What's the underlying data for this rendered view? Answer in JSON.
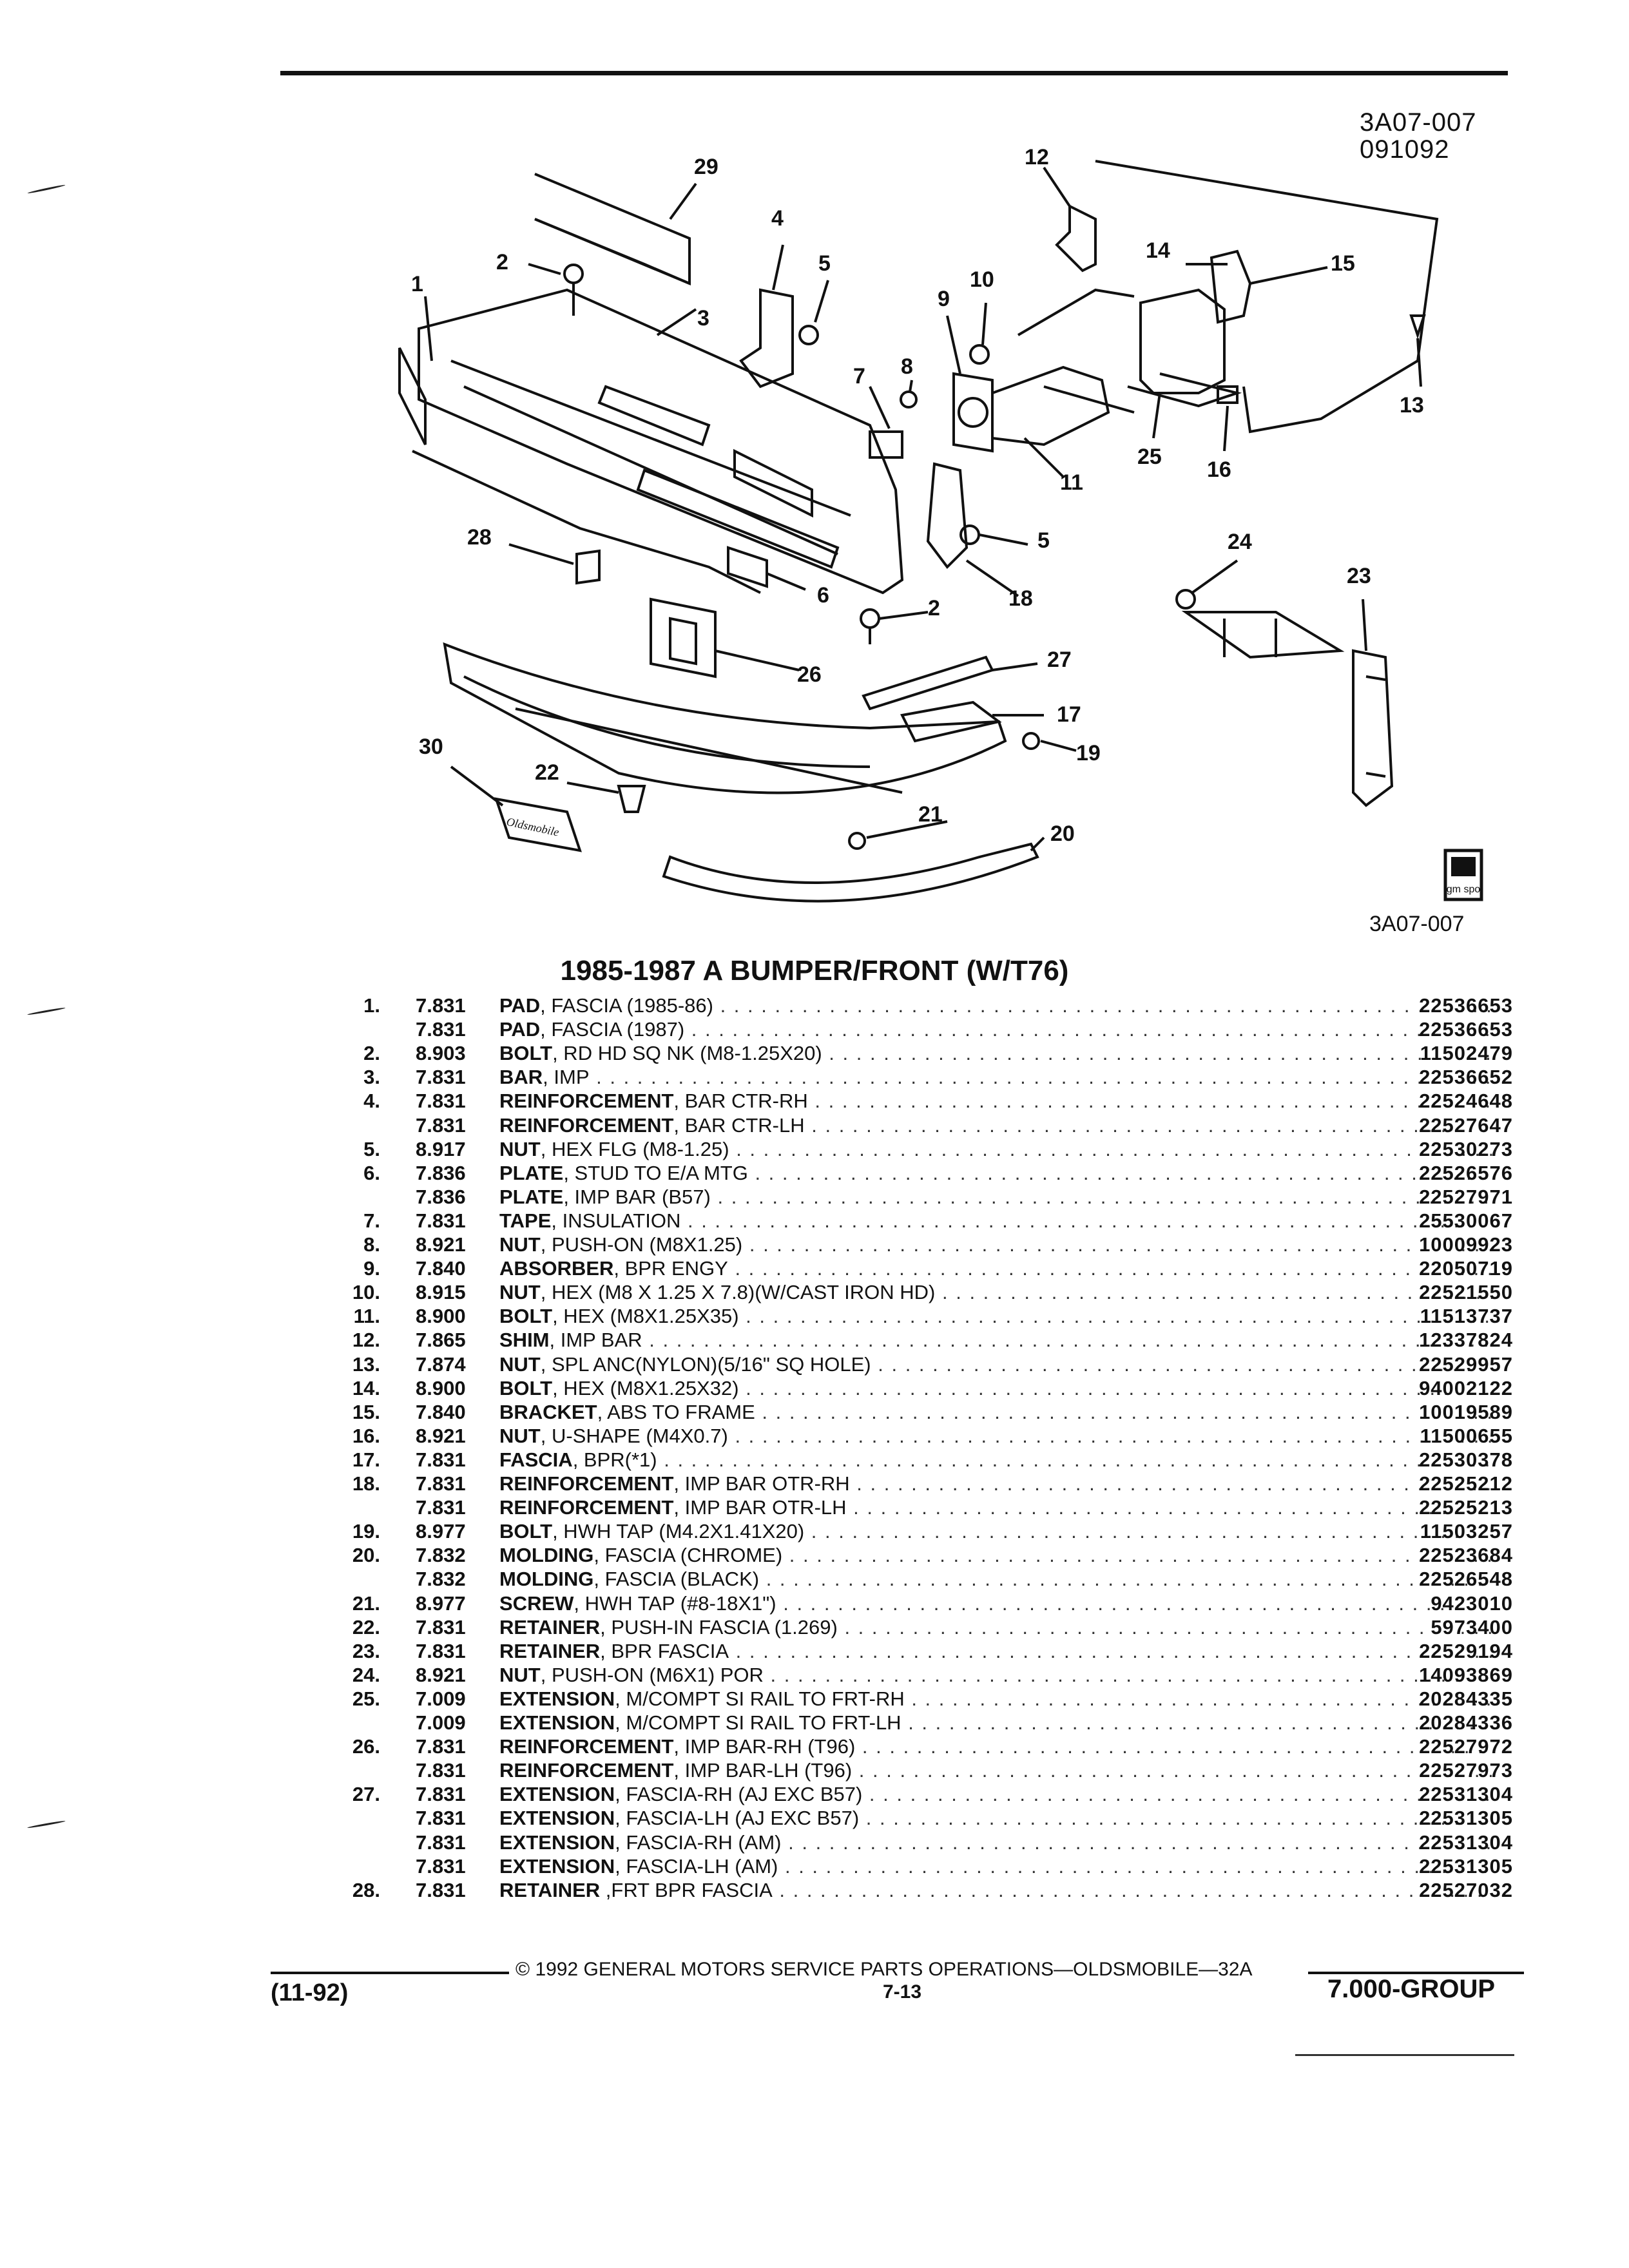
{
  "header": {
    "ref_code": "3A07-007",
    "ref_date": "091092"
  },
  "diagram": {
    "callouts": [
      "1",
      "2",
      "3",
      "4",
      "5",
      "6",
      "7",
      "8",
      "9",
      "10",
      "11",
      "12",
      "13",
      "14",
      "15",
      "16",
      "17",
      "18",
      "19",
      "20",
      "21",
      "22",
      "23",
      "24",
      "25",
      "26",
      "27",
      "28",
      "29",
      "30",
      "5",
      "2"
    ],
    "caption_ref": "3A07-007",
    "logo_text": "gm spo",
    "emblem_text": "Oldsmobile"
  },
  "list": {
    "title": "1985-1987 A BUMPER/FRONT (W/T76)",
    "rows": [
      {
        "num": "1.",
        "grp": "7.831",
        "name": "PAD",
        "desc": ", FASCIA (1985-86)",
        "pn": "22536653"
      },
      {
        "num": "",
        "grp": "7.831",
        "name": "PAD",
        "desc": ", FASCIA (1987)",
        "pn": "22536653"
      },
      {
        "num": "2.",
        "grp": "8.903",
        "name": "BOLT",
        "desc": ", RD HD SQ NK (M8-1.25X20)",
        "pn": "11502479"
      },
      {
        "num": "3.",
        "grp": "7.831",
        "name": "BAR",
        "desc": ", IMP",
        "pn": "22536652"
      },
      {
        "num": "4.",
        "grp": "7.831",
        "name": "REINFORCEMENT",
        "desc": ", BAR CTR-RH",
        "pn": "22524648"
      },
      {
        "num": "",
        "grp": "7.831",
        "name": "REINFORCEMENT",
        "desc": ", BAR CTR-LH",
        "pn": "22527647"
      },
      {
        "num": "5.",
        "grp": "8.917",
        "name": "NUT",
        "desc": ", HEX FLG (M8-1.25)",
        "pn": "22530273"
      },
      {
        "num": "6.",
        "grp": "7.836",
        "name": "PLATE",
        "desc": ", STUD TO E/A MTG",
        "pn": "22526576"
      },
      {
        "num": "",
        "grp": "7.836",
        "name": "PLATE",
        "desc": ", IMP BAR (B57)",
        "pn": "22527971"
      },
      {
        "num": "7.",
        "grp": "7.831",
        "name": "TAPE",
        "desc": ", INSULATION",
        "pn": "25530067"
      },
      {
        "num": "8.",
        "grp": "8.921",
        "name": "NUT",
        "desc": ", PUSH-ON (M8X1.25)",
        "pn": "10009923"
      },
      {
        "num": "9.",
        "grp": "7.840",
        "name": "ABSORBER",
        "desc": ", BPR ENGY",
        "pn": "22050719"
      },
      {
        "num": "10.",
        "grp": "8.915",
        "name": "NUT",
        "desc": ", HEX (M8 X 1.25 X 7.8)(W/CAST IRON HD)",
        "pn": "22521550"
      },
      {
        "num": "11.",
        "grp": "8.900",
        "name": "BOLT",
        "desc": ", HEX (M8X1.25X35)",
        "pn": "11513737"
      },
      {
        "num": "12.",
        "grp": "7.865",
        "name": "SHIM",
        "desc": ", IMP BAR",
        "pn": "12337824"
      },
      {
        "num": "13.",
        "grp": "7.874",
        "name": "NUT",
        "desc": ", SPL ANC(NYLON)(5/16\" SQ HOLE)",
        "pn": "22529957"
      },
      {
        "num": "14.",
        "grp": "8.900",
        "name": "BOLT",
        "desc": ", HEX (M8X1.25X32)",
        "pn": "94002122"
      },
      {
        "num": "15.",
        "grp": "7.840",
        "name": "BRACKET",
        "desc": ", ABS TO FRAME",
        "pn": "10019589"
      },
      {
        "num": "16.",
        "grp": "8.921",
        "name": "NUT",
        "desc": ", U-SHAPE (M4X0.7)",
        "pn": "11500655"
      },
      {
        "num": "17.",
        "grp": "7.831",
        "name": "FASCIA",
        "desc": ", BPR(*1)",
        "pn": "22530378"
      },
      {
        "num": "18.",
        "grp": "7.831",
        "name": "REINFORCEMENT",
        "desc": ", IMP BAR OTR-RH",
        "pn": "22525212"
      },
      {
        "num": "",
        "grp": "7.831",
        "name": "REINFORCEMENT",
        "desc": ", IMP BAR OTR-LH",
        "pn": "22525213"
      },
      {
        "num": "19.",
        "grp": "8.977",
        "name": "BOLT",
        "desc": ", HWH TAP (M4.2X1.41X20)",
        "pn": "11503257"
      },
      {
        "num": "20.",
        "grp": "7.832",
        "name": "MOLDING",
        "desc": ", FASCIA (CHROME)",
        "pn": "22523684"
      },
      {
        "num": "",
        "grp": "7.832",
        "name": "MOLDING",
        "desc": ", FASCIA (BLACK)",
        "pn": "22526548"
      },
      {
        "num": "21.",
        "grp": "8.977",
        "name": "SCREW",
        "desc": ", HWH TAP (#8-18X1\")",
        "pn": "9423010"
      },
      {
        "num": "22.",
        "grp": "7.831",
        "name": "RETAINER",
        "desc": ", PUSH-IN FASCIA (1.269)",
        "pn": "5973400"
      },
      {
        "num": "23.",
        "grp": "7.831",
        "name": "RETAINER",
        "desc": ", BPR FASCIA",
        "pn": "22529194"
      },
      {
        "num": "24.",
        "grp": "8.921",
        "name": "NUT",
        "desc": ", PUSH-ON (M6X1) POR",
        "pn": "14093869"
      },
      {
        "num": "25.",
        "grp": "7.009",
        "name": "EXTENSION",
        "desc": ", M/COMPT SI RAIL TO FRT-RH",
        "pn": "20284335"
      },
      {
        "num": "",
        "grp": "7.009",
        "name": "EXTENSION",
        "desc": ", M/COMPT SI RAIL TO FRT-LH",
        "pn": "20284336"
      },
      {
        "num": "26.",
        "grp": "7.831",
        "name": "REINFORCEMENT",
        "desc": ", IMP BAR-RH (T96)",
        "pn": "22527972"
      },
      {
        "num": "",
        "grp": "7.831",
        "name": "REINFORCEMENT",
        "desc": ", IMP BAR-LH (T96)",
        "pn": "22527973"
      },
      {
        "num": "27.",
        "grp": "7.831",
        "name": "EXTENSION",
        "desc": ", FASCIA-RH (AJ EXC B57)",
        "pn": "22531304"
      },
      {
        "num": "",
        "grp": "7.831",
        "name": "EXTENSION",
        "desc": ", FASCIA-LH (AJ EXC B57)",
        "pn": "22531305"
      },
      {
        "num": "",
        "grp": "7.831",
        "name": "EXTENSION",
        "desc": ", FASCIA-RH (AM)",
        "pn": "22531304"
      },
      {
        "num": "",
        "grp": "7.831",
        "name": "EXTENSION",
        "desc": ", FASCIA-LH (AM)",
        "pn": "22531305"
      },
      {
        "num": "28.",
        "grp": "7.831",
        "name": "RETAINER",
        "desc": " ,FRT BPR FASCIA",
        "pn": "22527032"
      }
    ]
  },
  "footer": {
    "date_code": "(11-92)",
    "copyright": "© 1992 GENERAL MOTORS SERVICE PARTS OPERATIONS—OLDSMOBILE—32A",
    "page": "7-13",
    "group": "7.000-GROUP"
  }
}
